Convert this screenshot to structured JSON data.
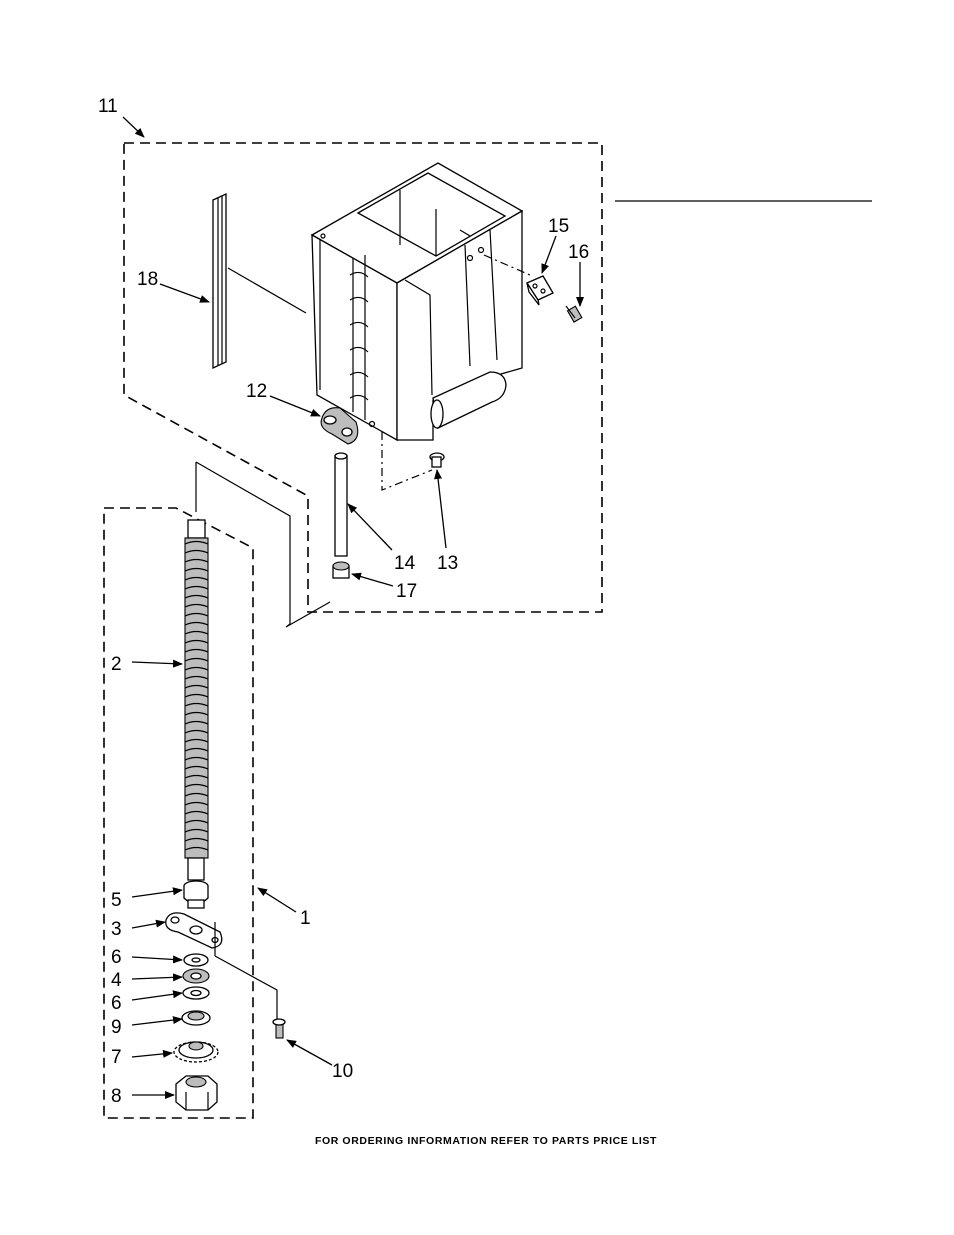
{
  "callouts": {
    "c1": "1",
    "c2": "2",
    "c3": "3",
    "c4": "4",
    "c5": "5",
    "c6a": "6",
    "c6b": "6",
    "c7": "7",
    "c8": "8",
    "c9": "9",
    "c10": "10",
    "c11": "11",
    "c12": "12",
    "c13": "13",
    "c14": "14",
    "c15": "15",
    "c16": "16",
    "c17": "17",
    "c18": "18"
  },
  "footer": "FOR ORDERING INFORMATION REFER TO PARTS PRICE LIST"
}
